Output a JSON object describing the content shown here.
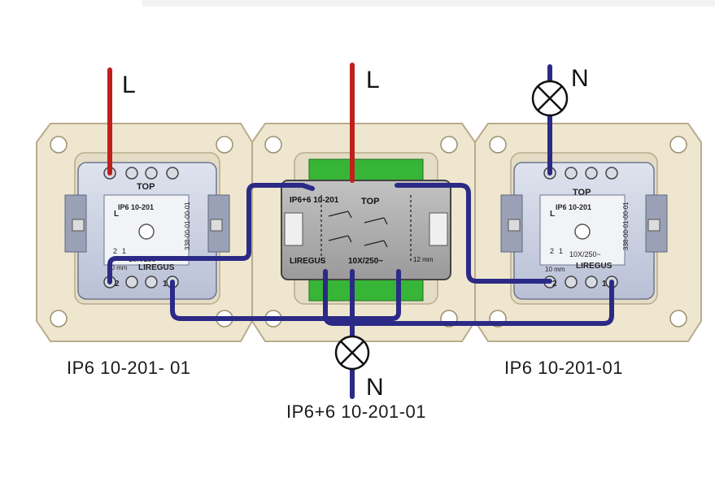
{
  "wire_labels": {
    "left_live": "L",
    "center_live": "L",
    "right_neutral": "N",
    "bottom_neutral": "N"
  },
  "left_switch": {
    "model": "IP6 10-201",
    "top": "TOP",
    "brand": "LIREGUS",
    "rating": "10X/250~",
    "gauge": "10 mm",
    "code": "338-00-01-00-01",
    "terminal_l": "L",
    "terminal_1": "1",
    "terminal_2": "2",
    "caption": "IP6 10-201- 01"
  },
  "center_switch": {
    "model": "IP6+6 10-201",
    "top": "TOP",
    "brand": "LIREGUS",
    "rating": "10X/250~",
    "gauge": "12 mm",
    "caption": "IP6+6 10-201-01"
  },
  "right_switch": {
    "model": "IP6 10-201",
    "top": "TOP",
    "brand": "LIREGUS",
    "rating": "10X/250~",
    "gauge": "10 mm",
    "code": "338-00-01-00-01",
    "terminal_l": "L",
    "terminal_1": "1",
    "terminal_2": "2",
    "caption": "IP6 10-201-01"
  },
  "colors": {
    "live_wire": "#c0201c",
    "neutral_wire": "#2b2a86",
    "frame": "#efe6cf",
    "frame_edge": "#b9ac8d",
    "switch_body": "#c9cfe0",
    "center_body": "#a9a9a9",
    "terminal_green": "#3cc13c"
  }
}
